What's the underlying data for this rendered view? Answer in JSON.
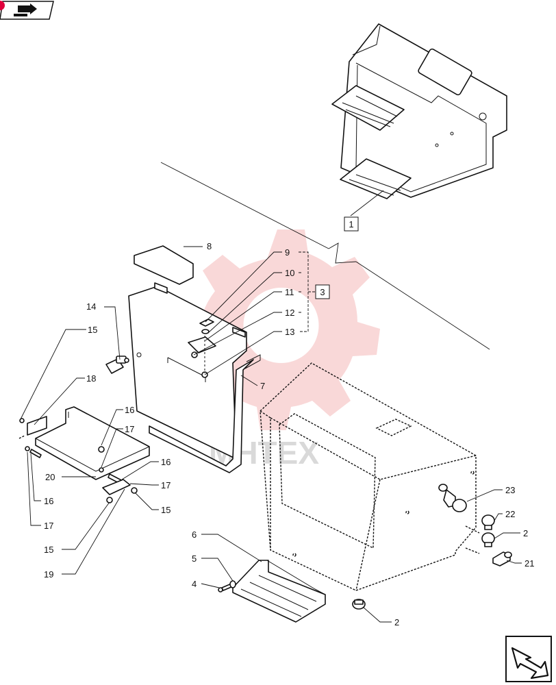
{
  "watermark": {
    "text": "MHTEX",
    "color": "#f08080"
  },
  "nav": {
    "top_left_icon": "page-forward-icon",
    "bottom_right_icon": "next-page-arrow-icon",
    "accent": "#e0003c"
  },
  "boxed_labels": {
    "assembly_1": "1",
    "assembly_3": "3"
  },
  "callouts": {
    "c2a": "2",
    "c2b": "2",
    "c4": "4",
    "c5": "5",
    "c6": "6",
    "c7": "7",
    "c8": "8",
    "c9": "9",
    "c10": "10",
    "c11": "11",
    "c12": "12",
    "c13": "13",
    "c14": "14",
    "c15a": "15",
    "c15b": "15",
    "c15c": "15",
    "c16a": "16",
    "c16b": "16",
    "c16c": "16",
    "c17a": "17",
    "c17b": "17",
    "c17c": "17",
    "c18": "18",
    "c19": "19",
    "c20": "20",
    "c21": "21",
    "c22": "22",
    "c23": "23"
  }
}
